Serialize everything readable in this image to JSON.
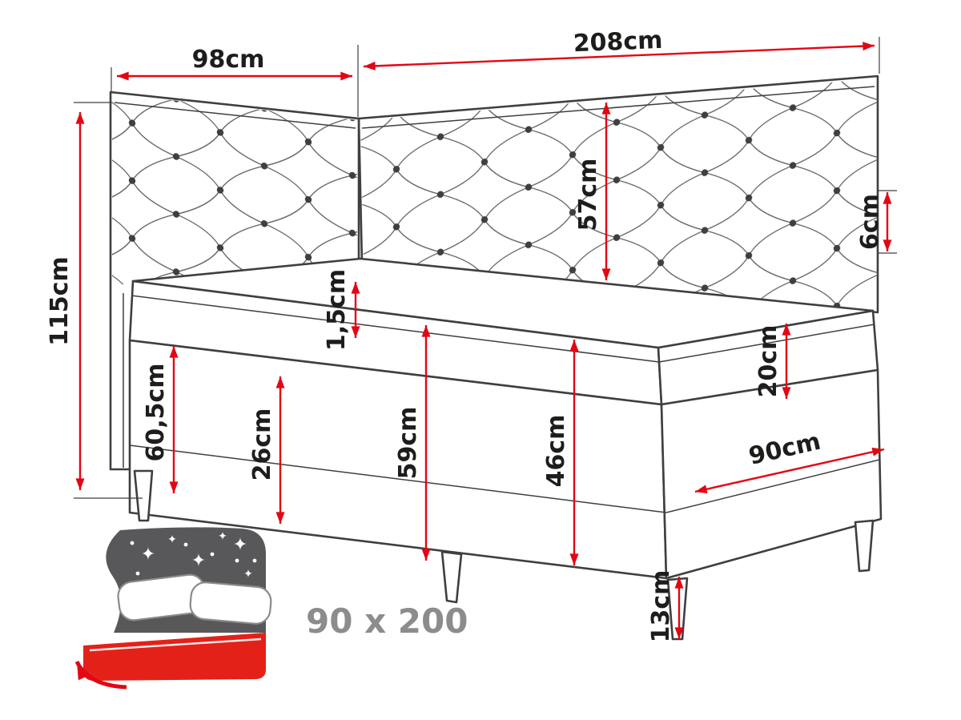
{
  "diagram": {
    "dimensions": {
      "side_headboard_width": "98cm",
      "back_headboard_width": "208cm",
      "total_height": "115cm",
      "headboard_above_mattress_height": "57cm",
      "headboard_edge": "6cm",
      "topper_seam": "1,5cm",
      "mattress_side_height": "20cm",
      "front_left_height": "60,5cm",
      "base_front_section": "26cm",
      "base_center_height": "59cm",
      "base_right_height": "46cm",
      "bed_width": "90cm",
      "leg_height": "13cm"
    },
    "icon": {
      "size_label": "90 x 200",
      "star_glyph": "✦"
    },
    "colors": {
      "dimension_red": "#e30613",
      "outline_gray": "#3f3f3f",
      "label_black": "#1d1d1b",
      "icon_headboard_gray": "#58585a",
      "icon_mattress_red": "#e32119",
      "size_label_gray": "#8c8c8c",
      "background": "#ffffff"
    }
  }
}
